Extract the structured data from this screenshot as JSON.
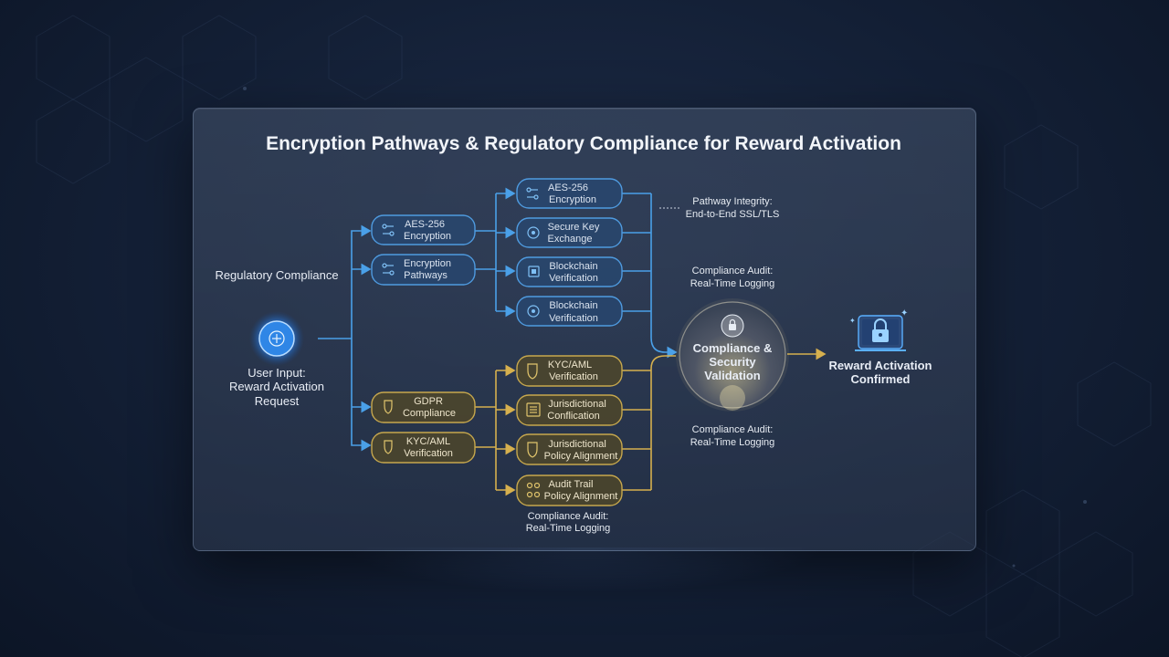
{
  "title": "Encryption Pathways & Regulatory Compliance for Reward Activation",
  "regulatory_compliance": "Regulatory Compliance",
  "input": {
    "line1": "User Input:",
    "line2": "Reward Activation",
    "line3": "Request"
  },
  "left_blue": [
    {
      "line1": "AES-256",
      "line2": "Encryption"
    },
    {
      "line1": "Encryption",
      "line2": "Pathways"
    }
  ],
  "left_gold": [
    {
      "line1": "GDPR",
      "line2": "Compliance"
    },
    {
      "line1": "KYC/AML",
      "line2": "Verification"
    }
  ],
  "right_blue": [
    {
      "line1": "AES-256",
      "line2": "Encryption"
    },
    {
      "line1": "Secure Key",
      "line2": "Exchange"
    },
    {
      "line1": "Blockchain",
      "line2": "Verification"
    },
    {
      "line1": "Blockchain",
      "line2": "Verification"
    }
  ],
  "right_gold": [
    {
      "line1": "KYC/AML",
      "line2": "Verification"
    },
    {
      "line1": "Jurisdictional",
      "line2": "Conflication"
    },
    {
      "line1": "Jurisdictional",
      "line2": "Policy Alignment"
    },
    {
      "line1": "Audit Trail",
      "line2": "Policy Alignment"
    }
  ],
  "pathway_integrity": {
    "line1": "Pathway Integrity:",
    "line2": "End-to-End SSL/TLS"
  },
  "audit_top": {
    "line1": "Compliance Audit:",
    "line2": "Real-Time Logging"
  },
  "audit_mid": {
    "line1": "Compliance Audit:",
    "line2": "Real-Time Logging"
  },
  "audit_bottom": {
    "line1": "Compliance Audit:",
    "line2": "Real-Time Logging"
  },
  "validation": {
    "line1": "Compliance &",
    "line2": "Security",
    "line3": "Validation"
  },
  "output": {
    "line1": "Reward Activation",
    "line2": "Confirmed"
  },
  "colors": {
    "blue": "#4aa0e8",
    "gold": "#d6b04e",
    "background": "#131f35"
  },
  "icons": [
    "plus-icon",
    "key-icon",
    "shield-icon",
    "chain-icon",
    "lock-icon"
  ]
}
